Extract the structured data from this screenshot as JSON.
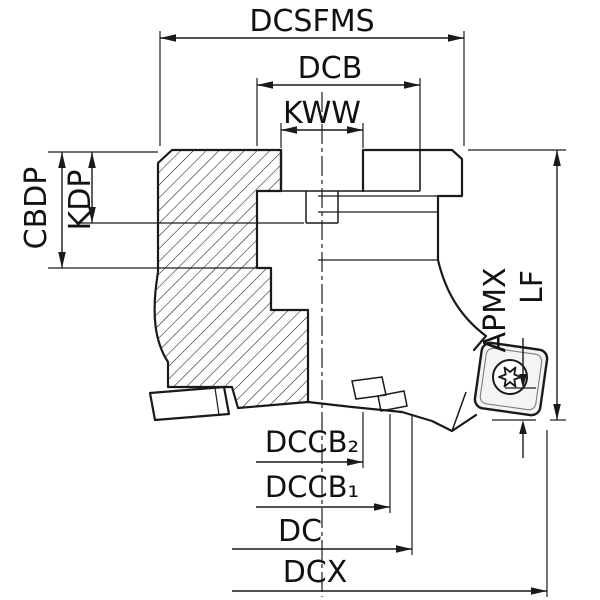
{
  "figure": {
    "type": "technical-dimension-drawing",
    "labels": {
      "dcsfms": "DCSFMS",
      "dcb": "DCB",
      "kww": "KWW",
      "cbdp": "CBDP",
      "kdp": "KDP",
      "apmx": "APMX",
      "lf": "LF",
      "dccb2": "DCCB₂",
      "dccb1": "DCCB₁",
      "dc": "DC",
      "dcx": "DCX"
    },
    "colors": {
      "line": "#1a1a1a",
      "background": "#ffffff",
      "insert_fill": "#f4f4f4"
    }
  }
}
